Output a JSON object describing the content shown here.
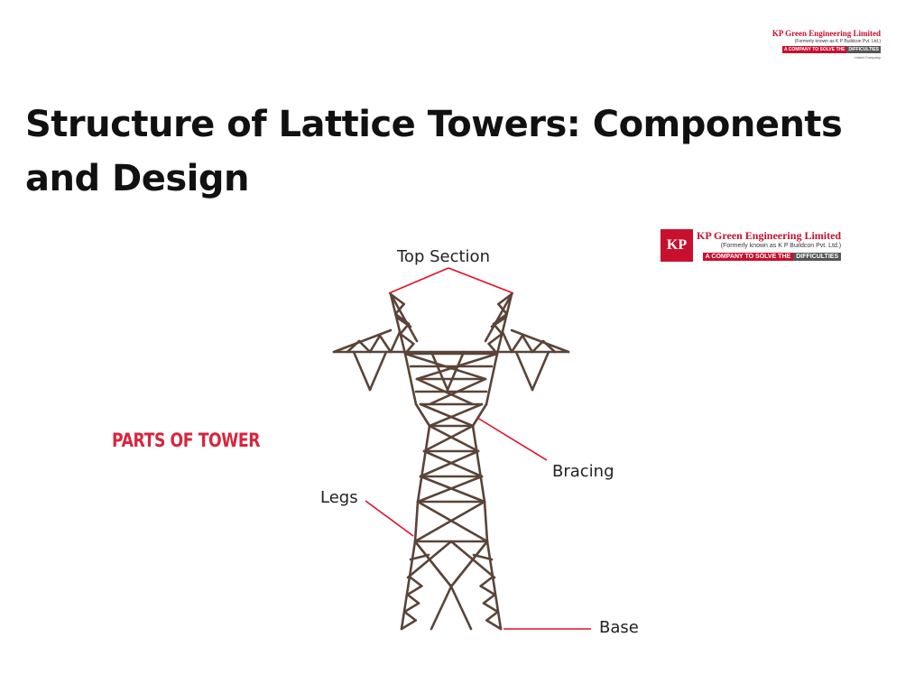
{
  "slide": {
    "title": "Structure of Lattice Towers: Components and Design"
  },
  "logo_top": {
    "name": "KP Green Engineering Limited",
    "formerly": "(Formerly known as K P Buildcon Pvt. Ltd.)",
    "tagline_red": "A COMPANY TO SOLVE THE",
    "tagline_grey": "DIFFICULTIES",
    "listed": "Listed Company"
  },
  "logo_mid": {
    "mark": "KP",
    "name": "KP Green Engineering Limited",
    "formerly": "(Formerly known as K P Buildcon Pvt. Ltd.)",
    "tagline_red": "A COMPANY TO SOLVE THE",
    "tagline_grey": "DIFFICULTIES"
  },
  "diagram": {
    "heading": "PARTS OF TOWER",
    "labels": {
      "top_section": "Top Section",
      "bracing": "Bracing",
      "legs": "Legs",
      "base": "Base"
    },
    "colors": {
      "tower": "#5a4438",
      "leader": "#e0102a",
      "heading": "#d7263d",
      "brand_red": "#c8102e"
    }
  }
}
